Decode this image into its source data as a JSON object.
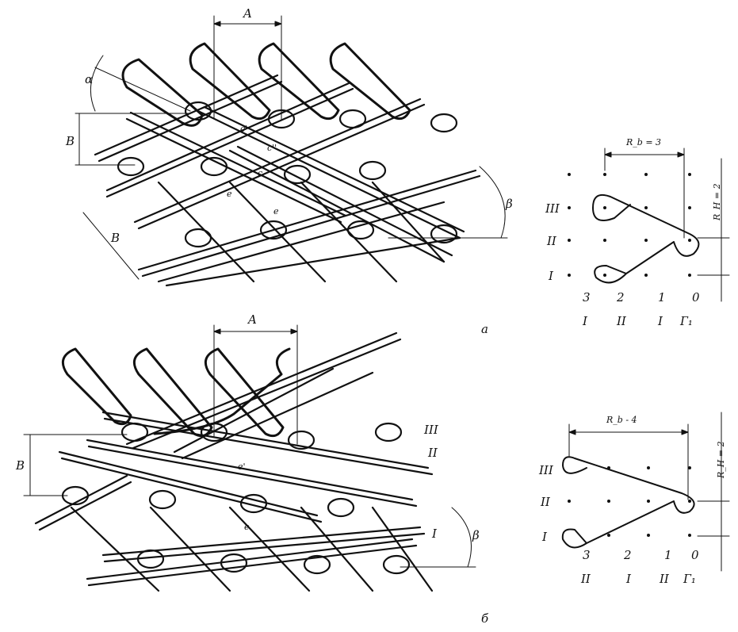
{
  "figure_a": {
    "panel_label": "а",
    "fabric_labels": {
      "A": "A",
      "B_left": "B",
      "B_diag": "B",
      "alpha": "α",
      "beta": "β",
      "c1": "c'",
      "c2": "c''",
      "c3": "c",
      "e1": "e",
      "e2": "e"
    },
    "diagram": {
      "rb": "R_b = 3",
      "rh": "R_H = 2",
      "row_labels": [
        "III",
        "II",
        "I"
      ],
      "col_numbers": [
        "3",
        "2",
        "1",
        "0"
      ],
      "bottom_labels": [
        "I",
        "II",
        "I",
        "Г₁"
      ]
    }
  },
  "figure_b": {
    "panel_label": "б",
    "fabric_labels": {
      "A": "A",
      "B_left": "B",
      "beta": "β",
      "row_III": "III",
      "row_II": "II",
      "row_I": "I",
      "e1": "e'",
      "e2": "e"
    },
    "diagram": {
      "rb": "R_b - 4",
      "rh": "R_H = 2",
      "row_labels": [
        "III",
        "II",
        "I"
      ],
      "col_numbers": [
        "3",
        "2",
        "1",
        "0"
      ],
      "bottom_labels": [
        "II",
        "I",
        "II",
        "Г₁"
      ]
    }
  },
  "colors": {
    "ink": "#111111",
    "background": "#ffffff"
  }
}
